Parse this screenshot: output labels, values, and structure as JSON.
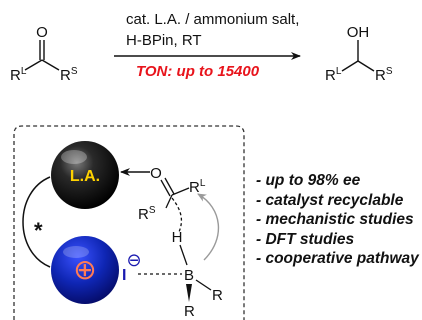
{
  "reaction": {
    "conditions_line1": "cat. L.A. / ammonium salt,",
    "conditions_line2": "H-BPin, RT",
    "ton": "TON: up to 15400"
  },
  "ketone": {
    "oxygen": "O",
    "r_left": "R",
    "r_left_sup": "L",
    "r_right": "R",
    "r_right_sup": "S"
  },
  "alcohol": {
    "hydroxyl": "OH",
    "r_left": "R",
    "r_left_sup": "L",
    "r_right": "R",
    "r_right_sup": "S"
  },
  "mechanism": {
    "lewis_acid_label": "L.A.",
    "oxygen": "O",
    "r_large": "R",
    "r_large_sup": "L",
    "r_small": "R",
    "r_small_sup": "S",
    "hydride": "H",
    "boron": "B",
    "iodide": "I",
    "b_sub_right": "R",
    "b_sub_down": "R",
    "tether_mark": "*",
    "cation_symbol": "⊕",
    "anion_symbol": "⊖"
  },
  "bullets": [
    "- up to 98% ee",
    "- catalyst recyclable",
    "- mechanistic studies",
    "- DFT studies",
    "- cooperative pathway"
  ],
  "colors": {
    "ton_red": "#e8141c",
    "lewis_acid_label_yellow": "#ffd200",
    "cation_blue": "#0f26b4",
    "cation_symbol_orange": "#ff7a55",
    "anion_blue": "#1a1ab0"
  }
}
